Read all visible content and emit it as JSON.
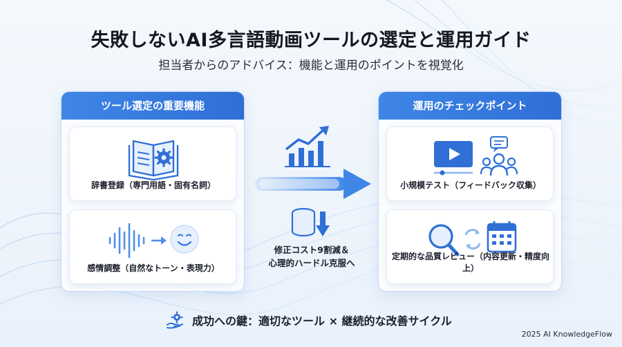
{
  "header": {
    "title": "失敗しないAI多言語動画ツールの選定と運用ガイド",
    "subtitle": "担当者からのアドバイス：機能と運用のポイントを視覚化"
  },
  "left_panel": {
    "heading": "ツール選定の重要機能",
    "cards": [
      {
        "label": "辞書登録（専門用語・固有名詞）",
        "icon": "book-gear-icon"
      },
      {
        "label": "感情調整（自然なトーン・表現力）",
        "icon": "soundwave-smiley-icon"
      }
    ]
  },
  "right_panel": {
    "heading": "運用のチェックポイント",
    "cards": [
      {
        "label": "小規模テスト（フィードバック収集）",
        "icon": "video-feedback-icon"
      },
      {
        "label": "定期的な品質レビュー（内容更新・精度向上）",
        "icon": "magnifier-calendar-icon"
      }
    ]
  },
  "center": {
    "line1": "修正コスト9割減＆",
    "line2": "心理的ハードル克服へ",
    "icons": [
      "growth-chart-icon",
      "arrow-right-icon",
      "database-down-icon"
    ]
  },
  "footer": {
    "key_message": "成功への鍵：適切なツール × 継続的な改善サイクル",
    "icon": "hand-gear-icon",
    "credit": "2025 AI KnowledgeFlow"
  },
  "colors": {
    "accent": "#2f6fd6",
    "accent_light": "#8db8f2",
    "background": "#eef4fb"
  }
}
